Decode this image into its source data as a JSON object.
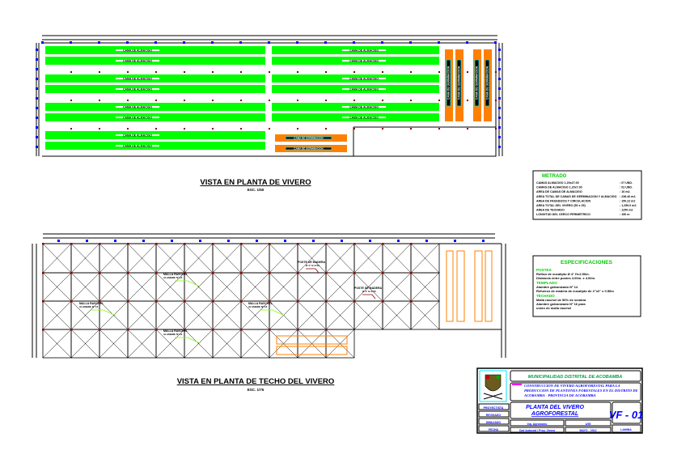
{
  "plan_title": "VISTA EN PLANTA DE VIVERO",
  "plan_scale": "ESC. 1/50",
  "roof_title": "VISTA EN PLANTA DE TECHO DEL VIVERO",
  "roof_scale": "ESC. 1/75",
  "bed_label": "CAMA DE ALMACIGO",
  "germ_label": "CAMA DE GERMINACION",
  "roof_labels": [
    "MALLA RASCHEL",
    "ALAMBRE Nº 16"
  ],
  "roof_post_label": "POSTE DE MADERA",
  "roof_post_sub": "Ø 4\" H=2.50",
  "legend": {
    "title": "METRADO",
    "items": [
      {
        "label": "CAMAS ALMACIGO 1.20x27.00",
        "value": ": 07 UND."
      },
      {
        "label": "CAMAS DE ALMACIGO 1.20x7.00",
        "value": ": 02 UND."
      },
      {
        "label": "AREA DE CAMAS DE ALMACIGO",
        "value": ": 16 m2."
      },
      {
        "label": "AREA TOTAL DE CAMAS DE GERMINACION Y ALMACIGO",
        "value": ": 238.40 m2."
      },
      {
        "label": "AREA DE PASADIZOS Y CIRCULACION",
        "value": ": 150.22 m2"
      },
      {
        "label": "AREA TOTAL DEL VIVERO (50 x 25)",
        "value": ": 1,250.0 m2."
      },
      {
        "label": "AREA DE TECHADO",
        "value": ": 1250 m2"
      },
      {
        "label": "LONGITUD DEL CERCO PERIMETRICO",
        "value": ": 150 m"
      }
    ]
  },
  "specs": {
    "title": "ESPECIFICACIONES",
    "sections": [
      {
        "heading": "POSTES",
        "lines": [
          "Rollizo de eucalipto Ø 4\" H=2.50m.",
          "Distancia entre postes 4.00m. x 4.00m."
        ]
      },
      {
        "heading": "TEMPLADO",
        "lines": [
          "Alambre galvanizado Nº 14",
          "Refuerzo de madera de eucalipto de 2\"x2\" x 0.50m"
        ]
      },
      {
        "heading": "TECHADO",
        "lines": [
          "Malla raschel de 50% de sombra",
          "Alambre galvanizado Nº 16 para",
          "unión de malla raschel"
        ]
      }
    ]
  },
  "title_block": {
    "institution": "MUNICIPALIDAD DISTRITAL DE ACOBAMBA",
    "project": "CONSTRUCCION DE VIVERO AGROFORESTAL PARA LA PRODUCCION DE PLANTONES FORESTALES EN EL DISTRITO DE ACOBAMBA - PROVINCIA DE ACOBAMBA",
    "drawing_title_1": "PLANTA DEL VIVERO",
    "drawing_title_2": "AGROFORESTAL",
    "sheet": "VF - 01",
    "designer_label": "PROYECTISTA",
    "reviewer_label": "REVISADO",
    "drawn_label": "DIBUJADO",
    "date_label": "FECHA",
    "designer": "Ing. Agronomo",
    "draftsman": "Cad Autocad / Proy. Vivero",
    "scale": "1/50",
    "date": "MAYO - 2012",
    "sheet_no": "LAMINA"
  },
  "colors": {
    "bed": "#00ff00",
    "germ": "#ff8000",
    "dim": "#0000ff",
    "accent": "#00cc00",
    "title_blue": "#0000ff"
  }
}
